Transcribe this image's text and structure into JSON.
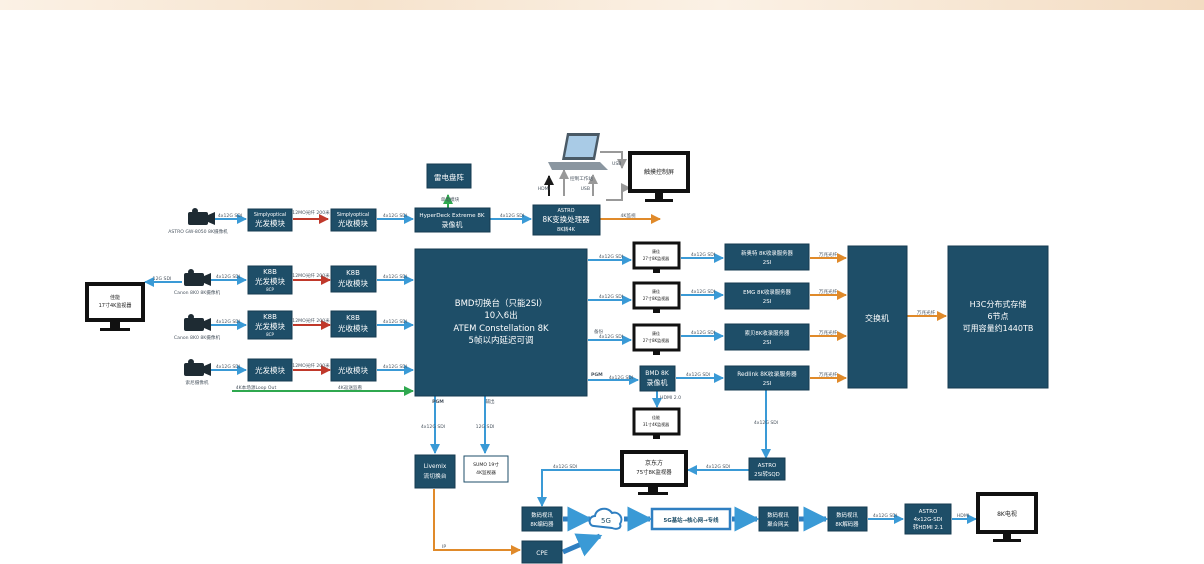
{
  "colors": {
    "block": "#1e4e68",
    "edge": "#163b50",
    "arrow_blue": "#3a9ad6",
    "arrow_red": "#c0392b",
    "arrow_orange": "#e08a2a",
    "arrow_green": "#2fa84f",
    "arrow_gray": "#999999",
    "arrow_dark": "#1a1a1a",
    "band": "#f6e3cd"
  },
  "cameras": [
    {
      "label": "ASTRO GW-8050 8K摄像机",
      "out": "4x12G SDI",
      "tx_top": "Simplyoptical",
      "tx": "光发模块",
      "fiber": "12MO光纤 200米",
      "rx_top": "Simplyoptical",
      "rx": "光收模块",
      "out2": "4x12G SDI"
    },
    {
      "label": "Canon 8K0 8K摄像机",
      "out": "4x12G SDI",
      "tx_top": "K8B",
      "tx": "光发模块",
      "tx_sub": "8CP",
      "fiber": "12MO光纤 200米",
      "rx_top": "K8B",
      "rx": "光收模块",
      "out2": "4x12G SDI"
    },
    {
      "label": "Canon 8K0 8K摄像机",
      "out": "4x12G SDI",
      "tx_top": "K8B",
      "tx": "光发模块",
      "tx_sub": "8CP",
      "fiber": "12MO光纤 200米",
      "rx_top": "K8B",
      "rx": "光收模块",
      "out2": "4x12G SDI"
    },
    {
      "label": "索尼摄像机",
      "out": "4x12G SDI",
      "tx": "光发模块",
      "fiber": "12MO光纤 200米",
      "rx": "光收模块",
      "out2": "4x12G SDI"
    }
  ],
  "left_monitor": {
    "title": "佳能",
    "sub": "17寸4K监视器",
    "link": "12G SDI"
  },
  "hyperdeck": {
    "line1": "HyperDeck Extreme 8K",
    "line2": "录像机",
    "in": "4x12G SDI",
    "out": "4x12G SDI",
    "mid": "单电模块"
  },
  "raid": {
    "label": "雷电盘阵"
  },
  "astro_conv": {
    "top": "ASTRO",
    "main": "8K变换处理器",
    "sub": "8K转4K",
    "hdmi": "HDMI",
    "ctrl": "控制工作站",
    "usb": "USB",
    "usb2": "USB",
    "out": "4K监视"
  },
  "touch_monitor": {
    "label": "触摸控制屏"
  },
  "switcher": {
    "line1": "BMD切换台（只能2SI）",
    "line2": "10入6出",
    "line3": "ATEM Constellation 8K",
    "line4": "5帧以内延迟可调",
    "pgm": "PGM",
    "pgm2": "PGM",
    "aux": "辅出",
    "loop": "4K本场源Loop Out",
    "loop2": "4K返送监看",
    "aux_sdi": "12G SDI",
    "pgm_sdi": "4x12G SDI"
  },
  "mon_stack": [
    {
      "title": "康佳",
      "sub": "27寸8K监视器",
      "in": "4x12G SDI",
      "out": "4x12G SDI"
    },
    {
      "title": "康佳",
      "sub": "27寸8K监视器",
      "in": "4x12G SDI",
      "out": "4x12G SDI"
    },
    {
      "title": "康佳",
      "sub": "27寸8K监视器",
      "in": "4x12G SDI",
      "out": "4x12G SDI",
      "note": "备份"
    }
  ],
  "bmd_rec": {
    "line1": "BMD 8K",
    "line2": "录像机",
    "in": "4x12G SDI",
    "out": "4x12G SDI",
    "hdmi": "HDMI 2.0"
  },
  "servers": [
    {
      "line1": "新奥特 8K收录服务器",
      "line2": "2SI",
      "out": "万兆光纤"
    },
    {
      "line1": "EMG 8K收录服务器",
      "line2": "2SI",
      "out": "万兆光纤"
    },
    {
      "line1": "索贝8K收录服务器",
      "line2": "2SI",
      "out": "万兆光纤"
    },
    {
      "line1": "Redlink 8K收录服务器",
      "line2": "2SI",
      "out": "万兆光纤"
    }
  ],
  "switch": {
    "label": "交换机",
    "out": "万兆光纤"
  },
  "storage": {
    "line1": "H3C分布式存储",
    "line2": "6节点",
    "line3": "可用容量约1440TB"
  },
  "mon_4k": {
    "title": "佳能",
    "sub": "31寸4K监视器"
  },
  "boe": {
    "title": "京东方",
    "sub": "75寸8K监视器",
    "in": "4x12G SDI"
  },
  "astro_sqd": {
    "line1": "ASTRO",
    "line2": "2SI转SQD",
    "in": "4x12G SDI",
    "out": "4x12G SDI"
  },
  "livemix": {
    "line1": "Livemix",
    "line2": "流切换台",
    "in": "4x12G SDI",
    "out": "IP"
  },
  "sumo": {
    "line1": "SUMO 19寸",
    "line2": "4K监视器"
  },
  "encoder": {
    "line1": "数码视讯",
    "line2": "8K编码器"
  },
  "cloud": {
    "label": "5G"
  },
  "chain": {
    "label": "5G基站→核心网→专线"
  },
  "gateway": {
    "line1": "数码视讯",
    "line2": "聚合网关"
  },
  "decoder": {
    "line1": "数码视讯",
    "line2": "8K解码器",
    "out": "4x12G SDI"
  },
  "astro_hdmi": {
    "line1": "ASTRO",
    "line2": "4x12G-SDI",
    "line3": "转HDMI 2.1",
    "out": "HDMI"
  },
  "tv": {
    "label": "8K电视"
  },
  "cpe": {
    "label": "CPE"
  }
}
